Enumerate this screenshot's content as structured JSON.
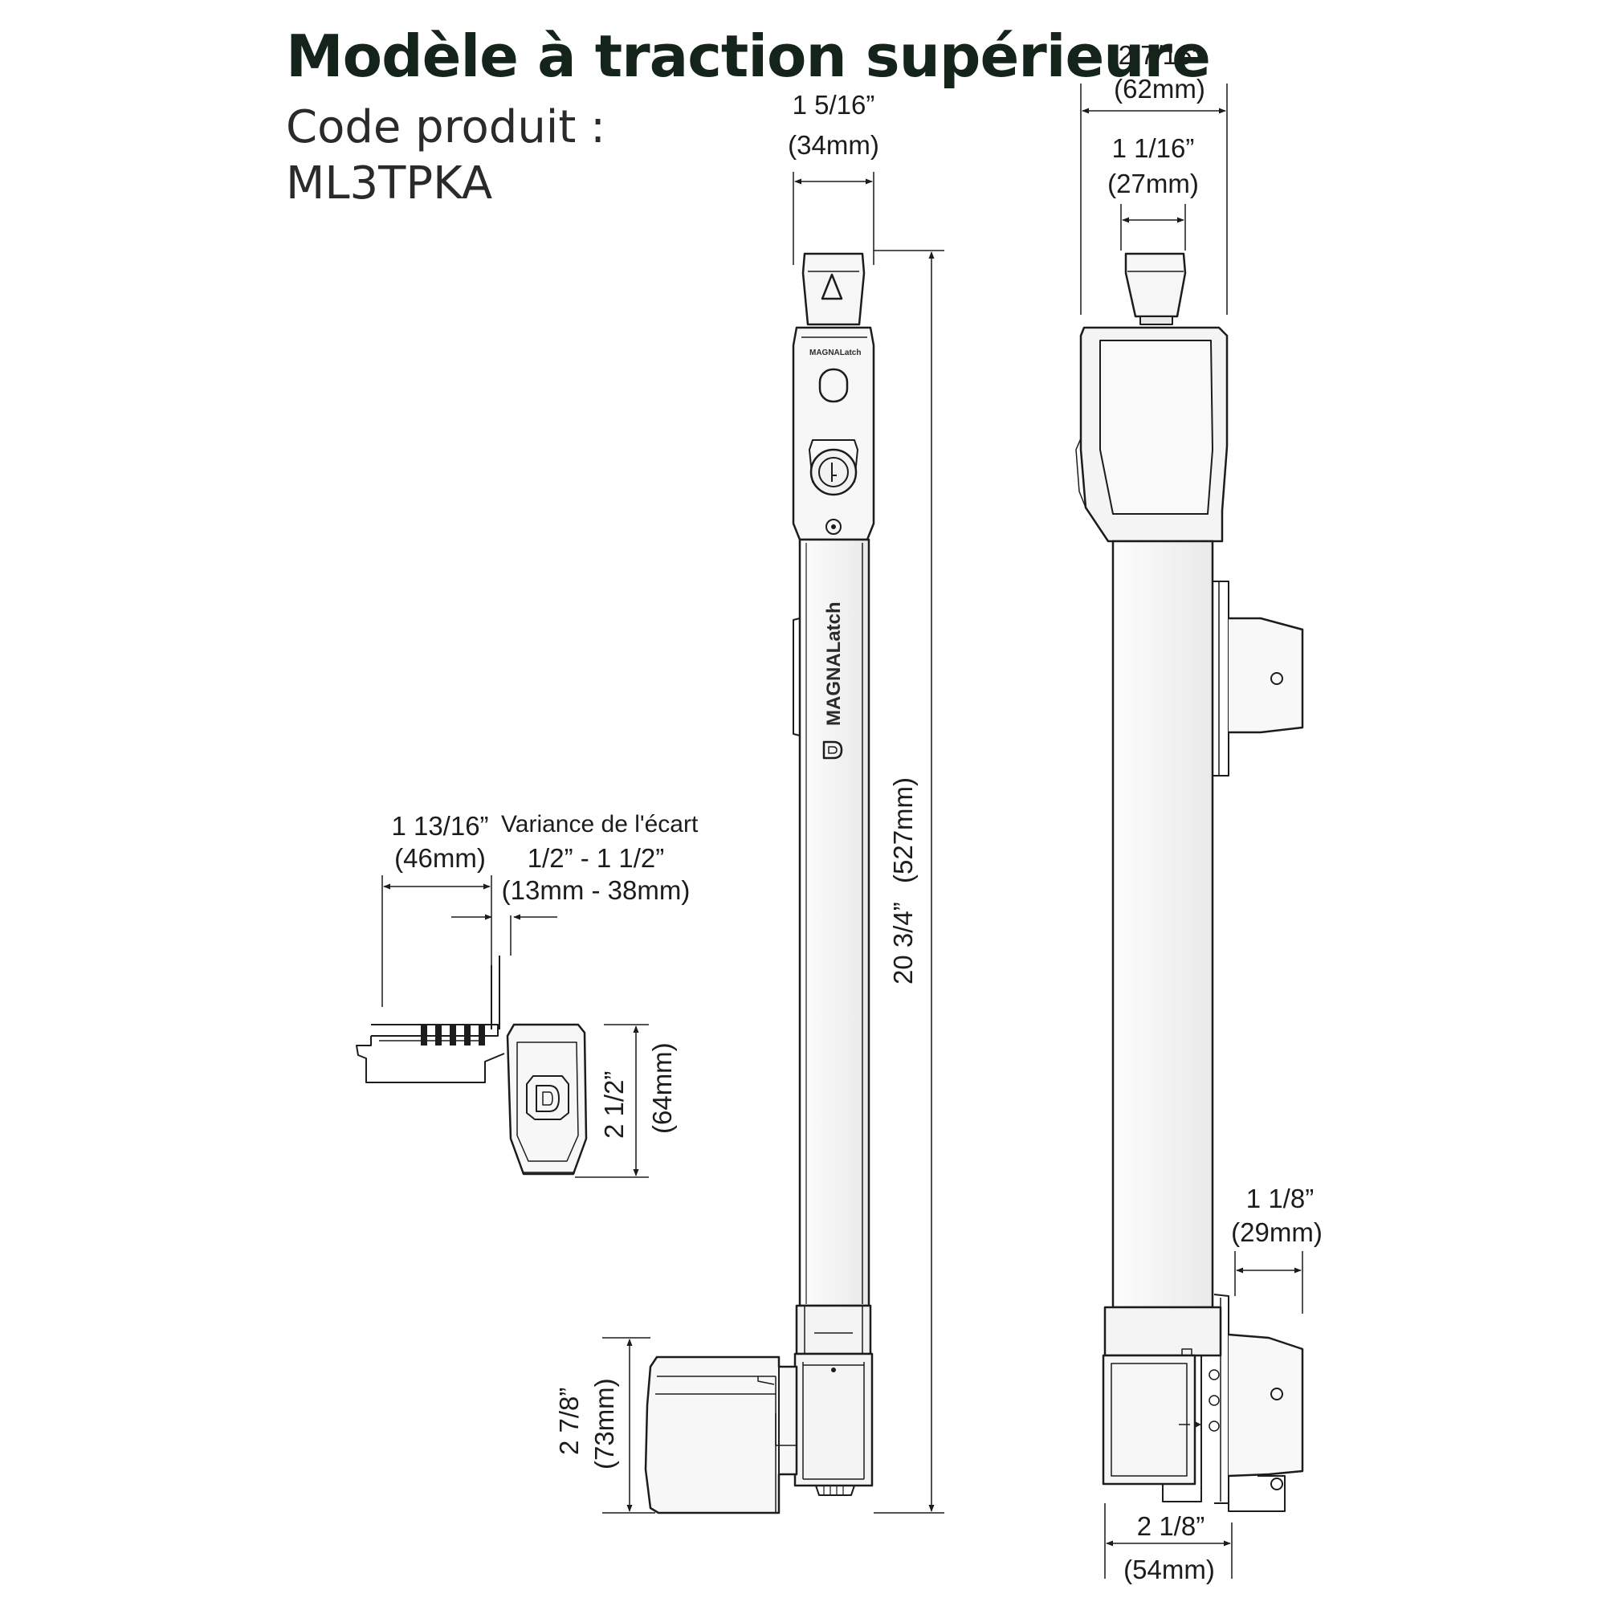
{
  "header": {
    "title": "Modèle à traction supérieure",
    "code_label": "Code produit :",
    "code_value": "ML3TPKA"
  },
  "dimensions": {
    "front_width": {
      "imperial": "1 5/16”",
      "metric": "(34mm)"
    },
    "side_outer_width": {
      "imperial": "2 7/16”",
      "metric": "(62mm)"
    },
    "side_knob_width": {
      "imperial": "1 1/16”",
      "metric": "(27mm)"
    },
    "total_height": {
      "imperial": "20 3/4”",
      "metric": "(527mm)"
    },
    "top_view_depth": {
      "imperial": "1 13/16”",
      "metric": "(46mm)"
    },
    "gap_variance": {
      "label": "Variance de l'écart",
      "imperial": "1/2” - 1 1/2”",
      "metric": "(13mm - 38mm)"
    },
    "top_view_height": {
      "imperial": "2 1/2”",
      "metric": "(64mm)"
    },
    "bottom_height": {
      "imperial": "2 7/8”",
      "metric": "(73mm)"
    },
    "striker_depth": {
      "imperial": "1 1/8”",
      "metric": "(29mm)"
    },
    "base_width": {
      "imperial": "2 1/8”",
      "metric": "(54mm)"
    }
  },
  "branding": {
    "logo_text": "MAGNALatch",
    "small_logo": "MAGNALatch"
  },
  "colors": {
    "title": "#14241a",
    "line": "#1c1c1c"
  }
}
